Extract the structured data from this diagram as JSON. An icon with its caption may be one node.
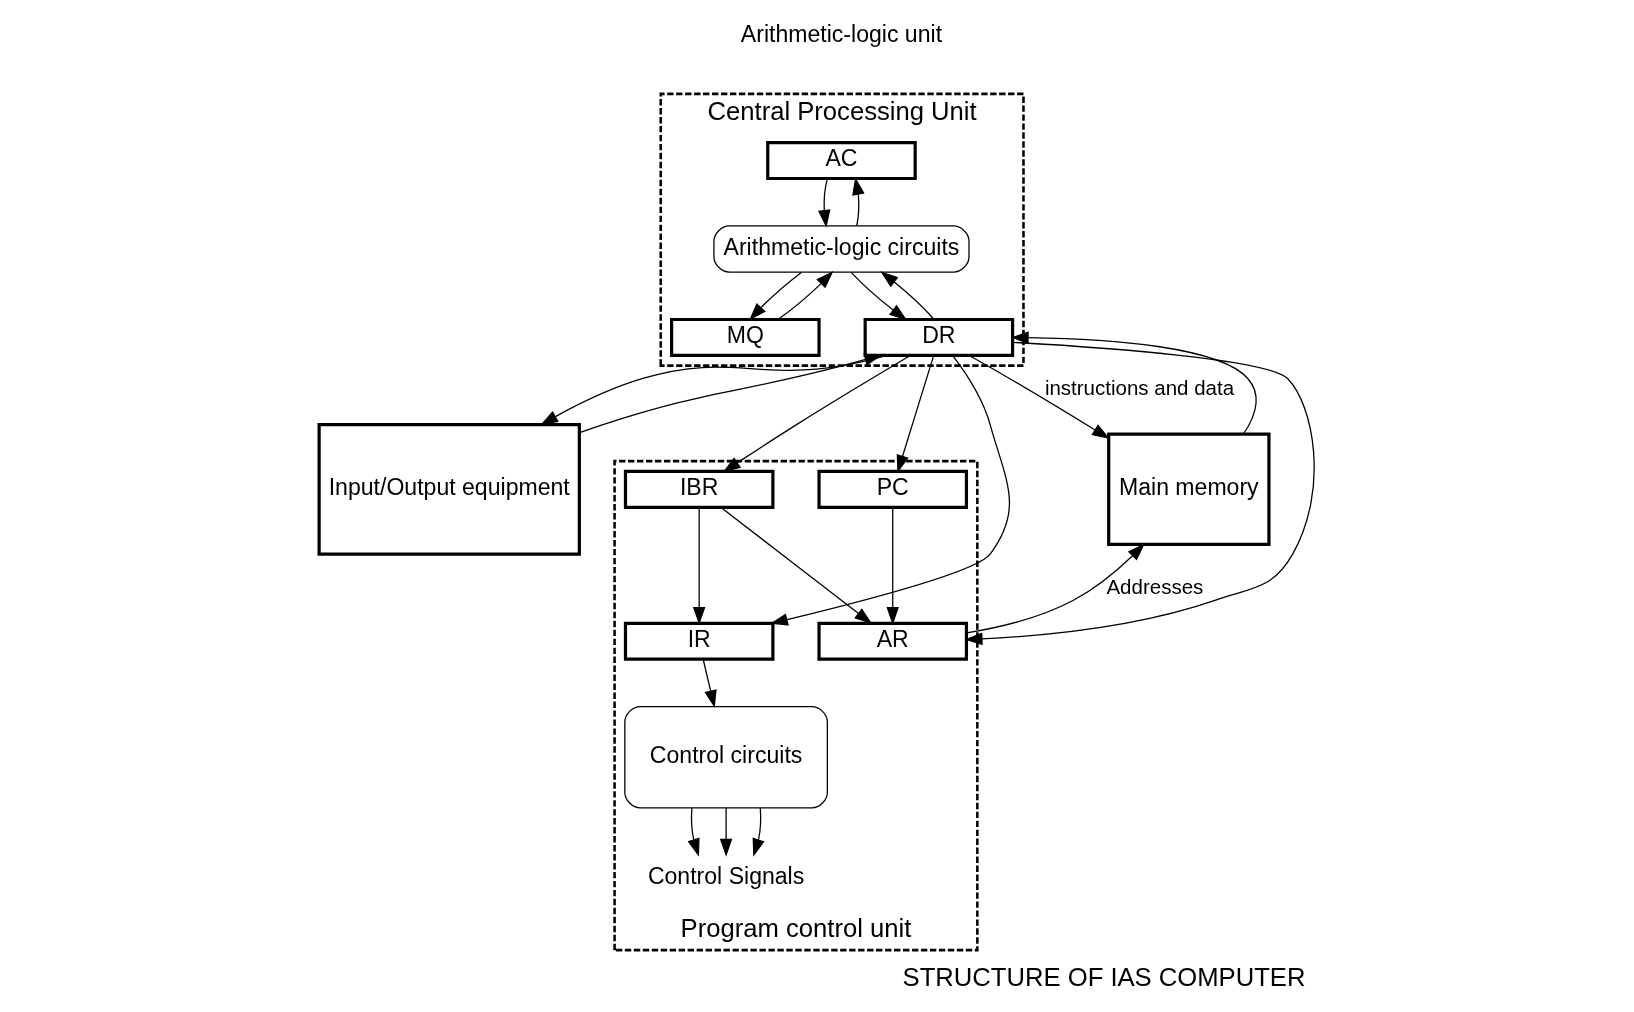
{
  "diagram": {
    "caption": "STRUCTURE OF IAS COMPUTER",
    "nodes": [
      {
        "text": [
          "Central Processing Unit"
        ]
      },
      {
        "text": [
          "AC"
        ],
        "in": 0
      },
      {
        "text": [
          "MQ"
        ],
        "in": 0
      },
      {
        "text": [
          "Arithmetic-logic circuits"
        ],
        "in": 0
      },
      {
        "text": [
          "DR"
        ],
        "in": 0
      },
      {
        "text": [
          "Input/Output equipment"
        ]
      },
      {
        "text": [
          "Main memory"
        ]
      },
      {
        "text": [
          "Program control unit"
        ]
      },
      {
        "text": [
          "IBR"
        ],
        "in": 7
      },
      {
        "text": [
          "PC"
        ],
        "in": 7
      },
      {
        "text": [
          "IR"
        ],
        "in": 7
      },
      {
        "text": [
          "AR"
        ],
        "in": 7
      },
      {
        "text": [
          "Control circuits"
        ],
        "in": 7
      },
      {
        "text": [
          "Control Signals"
        ],
        "in": 7
      }
    ],
    "edges": [
      {
        "from": 3,
        "to": 1,
        "arrow": "to"
      },
      {
        "from": 1,
        "to": 3,
        "arrow": "to"
      },
      {
        "from": 3,
        "to": 2,
        "arrow": "to"
      },
      {
        "from": 2,
        "to": 3,
        "arrow": "to"
      },
      {
        "from": 4,
        "to": 3,
        "arrow": "to"
      },
      {
        "from": 3,
        "to": 4,
        "arrow": "to"
      },
      {
        "from": 4,
        "to": 5,
        "arrow": "to"
      },
      {
        "from": 5,
        "to": 4,
        "arrow": "to"
      },
      {
        "from": 4,
        "to": 6,
        "arrow": "to",
        "label": "instructions and data"
      },
      {
        "from": 6,
        "to": 4,
        "arrow": "to"
      },
      {
        "from": 4,
        "to": 8,
        "arrow": "to"
      },
      {
        "from": 4,
        "to": 9,
        "arrow": "to"
      },
      {
        "from": 4,
        "to": 10,
        "arrow": "to"
      },
      {
        "from": 4,
        "to": 11,
        "arrow": "to"
      },
      {
        "from": 8,
        "to": 10,
        "arrow": "to"
      },
      {
        "from": 8,
        "to": 11,
        "arrow": "to"
      },
      {
        "from": 9,
        "to": 11,
        "arrow": "to"
      },
      {
        "from": 10,
        "to": 12,
        "arrow": "to"
      },
      {
        "from": 11,
        "to": 6,
        "arrow": "to",
        "label": "Addresses"
      },
      {
        "from": 12,
        "to": 13,
        "arrow": "to"
      },
      {
        "from": 12,
        "to": 13,
        "arrow": "to"
      },
      {
        "from": 12,
        "to": 13,
        "arrow": "to"
      }
    ],
    "labels": [
      "Arithmetic-logic unit"
    ]
  }
}
